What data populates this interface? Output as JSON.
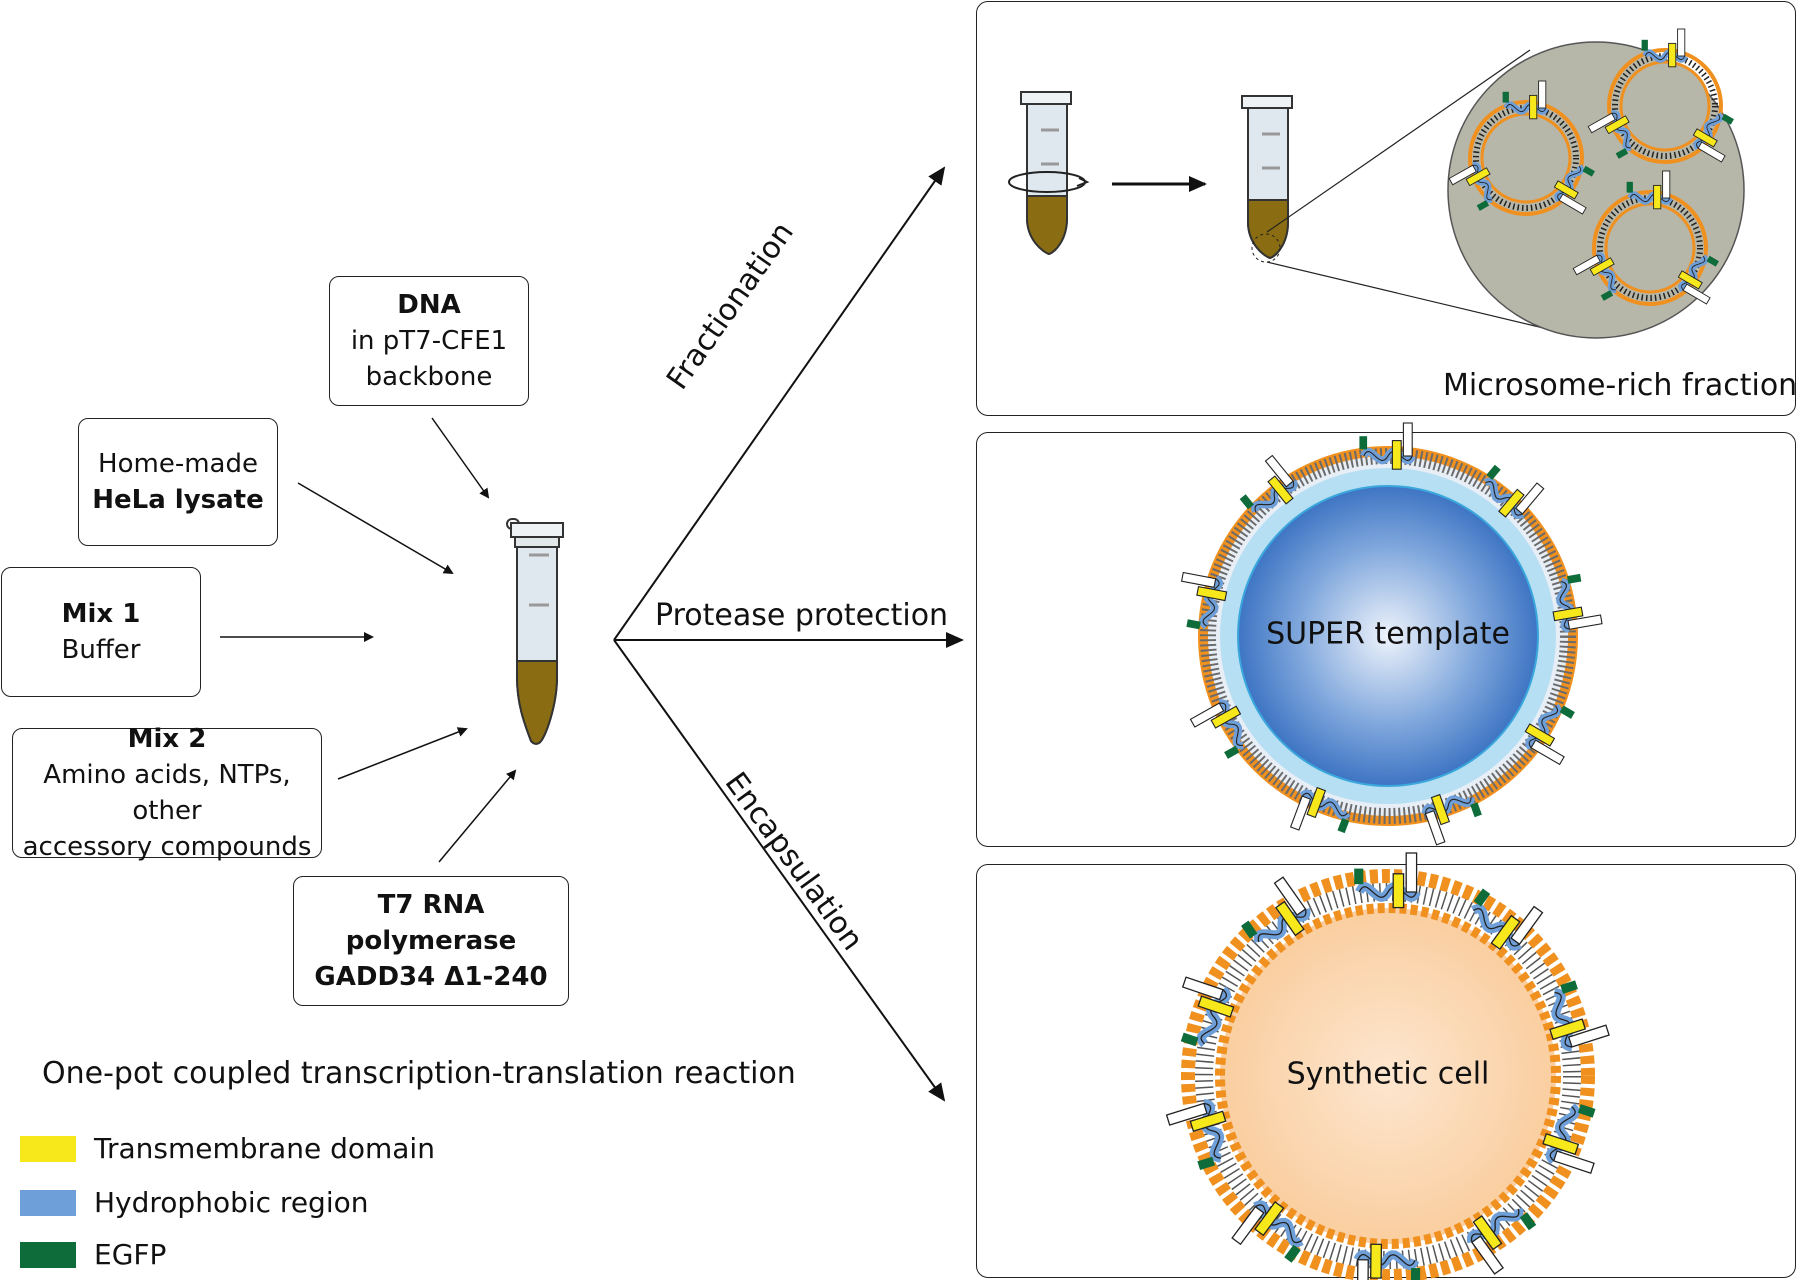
{
  "inputs": {
    "dna": {
      "title": "DNA",
      "line1": "in pT7-CFE1",
      "line2": "backbone"
    },
    "hela": {
      "line1": "Home-made",
      "title": "HeLa lysate"
    },
    "mix1": {
      "title": "Mix 1",
      "line1": "Buffer"
    },
    "mix2": {
      "title": "Mix 2",
      "line1": "Amino acids, NTPs, other",
      "line2": "accessory compounds"
    },
    "t7": {
      "line1": "T7 RNA polymerase",
      "line2": "GADD34 Δ1-240"
    }
  },
  "caption": "One-pot coupled transcription-translation reaction",
  "routes": {
    "fractionation": "Fractionation",
    "protease": "Protease protection",
    "encapsulation": "Encapsulation"
  },
  "panels": {
    "microsome_label": "Microsome-rich fraction",
    "super_label": "SUPER template",
    "synthetic_label": "Synthetic cell"
  },
  "legend": [
    {
      "label": "Transmembrane domain",
      "color": "#f7e81c",
      "icon": "yellow-swatch"
    },
    {
      "label": "Hydrophobic region",
      "color": "#6f9fd8",
      "icon": "blue-swatch"
    },
    {
      "label": "EGFP",
      "color": "#0e6b3a",
      "icon": "green-swatch"
    }
  ],
  "colors": {
    "lysate": "#8a6d12",
    "lipid": "#f0901e",
    "super_bead": "#3f79c9",
    "cell_fill": "#fbd3a6",
    "microsome_bg": "#b7b7a9"
  }
}
